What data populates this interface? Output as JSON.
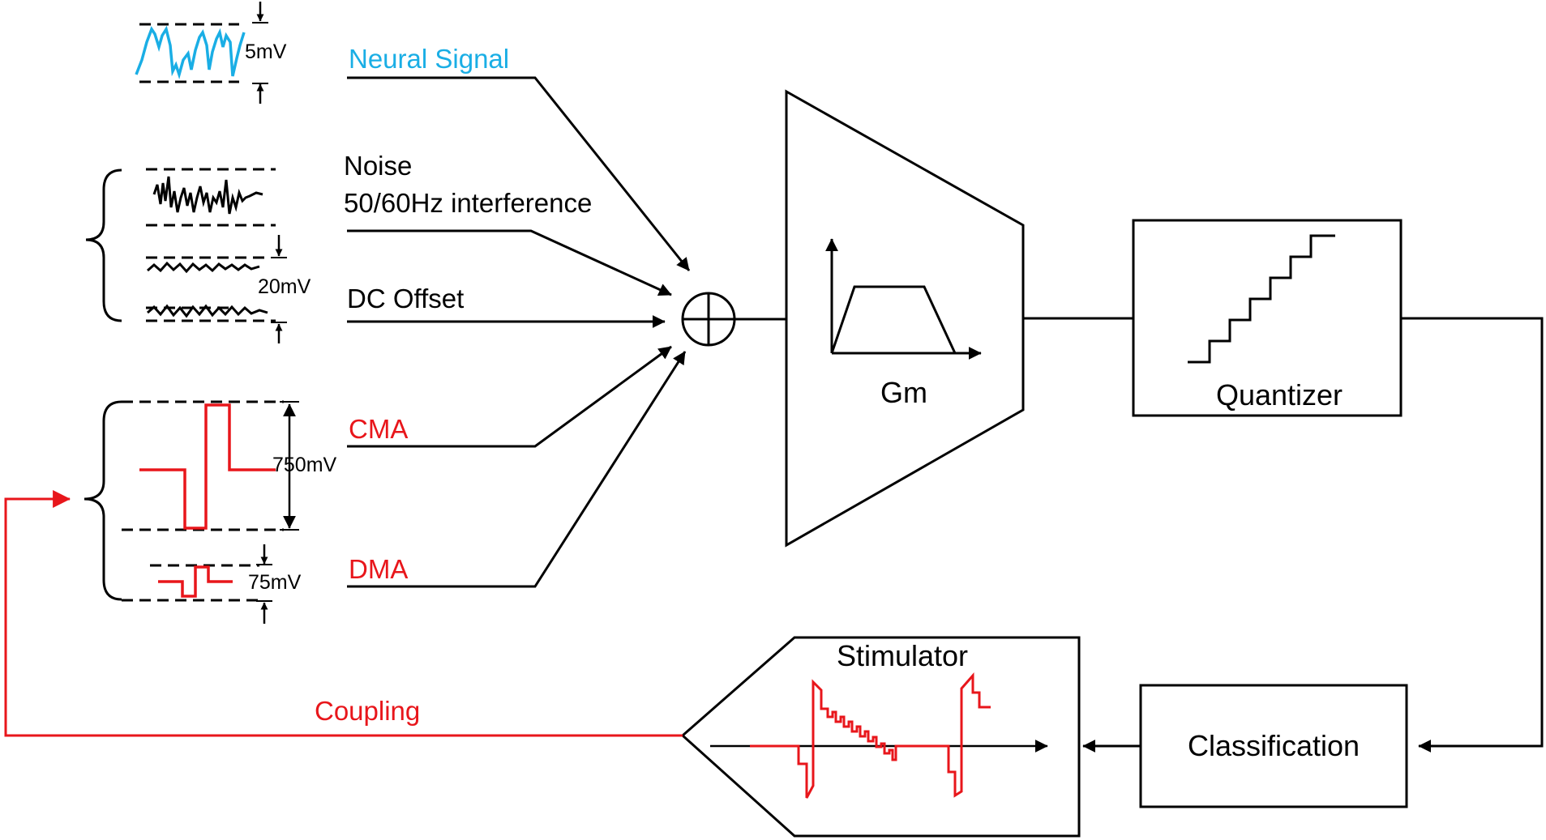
{
  "inputs": {
    "neural_signal": "Neural Signal",
    "noise": "Noise",
    "interference": "50/60Hz interference",
    "dc_offset": "DC Offset",
    "cma": "CMA",
    "dma": "DMA"
  },
  "scales": {
    "neural": "5mV",
    "noise": "20mV",
    "cma": "750mV",
    "dma": "75mV"
  },
  "blocks": {
    "gm": "Gm",
    "quantizer": "Quantizer",
    "classification": "Classification",
    "stimulator": "Stimulator"
  },
  "feedback": {
    "coupling": "Coupling"
  },
  "colors": {
    "neural": "#1aaee5",
    "artifact": "#e8161b",
    "line": "#000000"
  }
}
